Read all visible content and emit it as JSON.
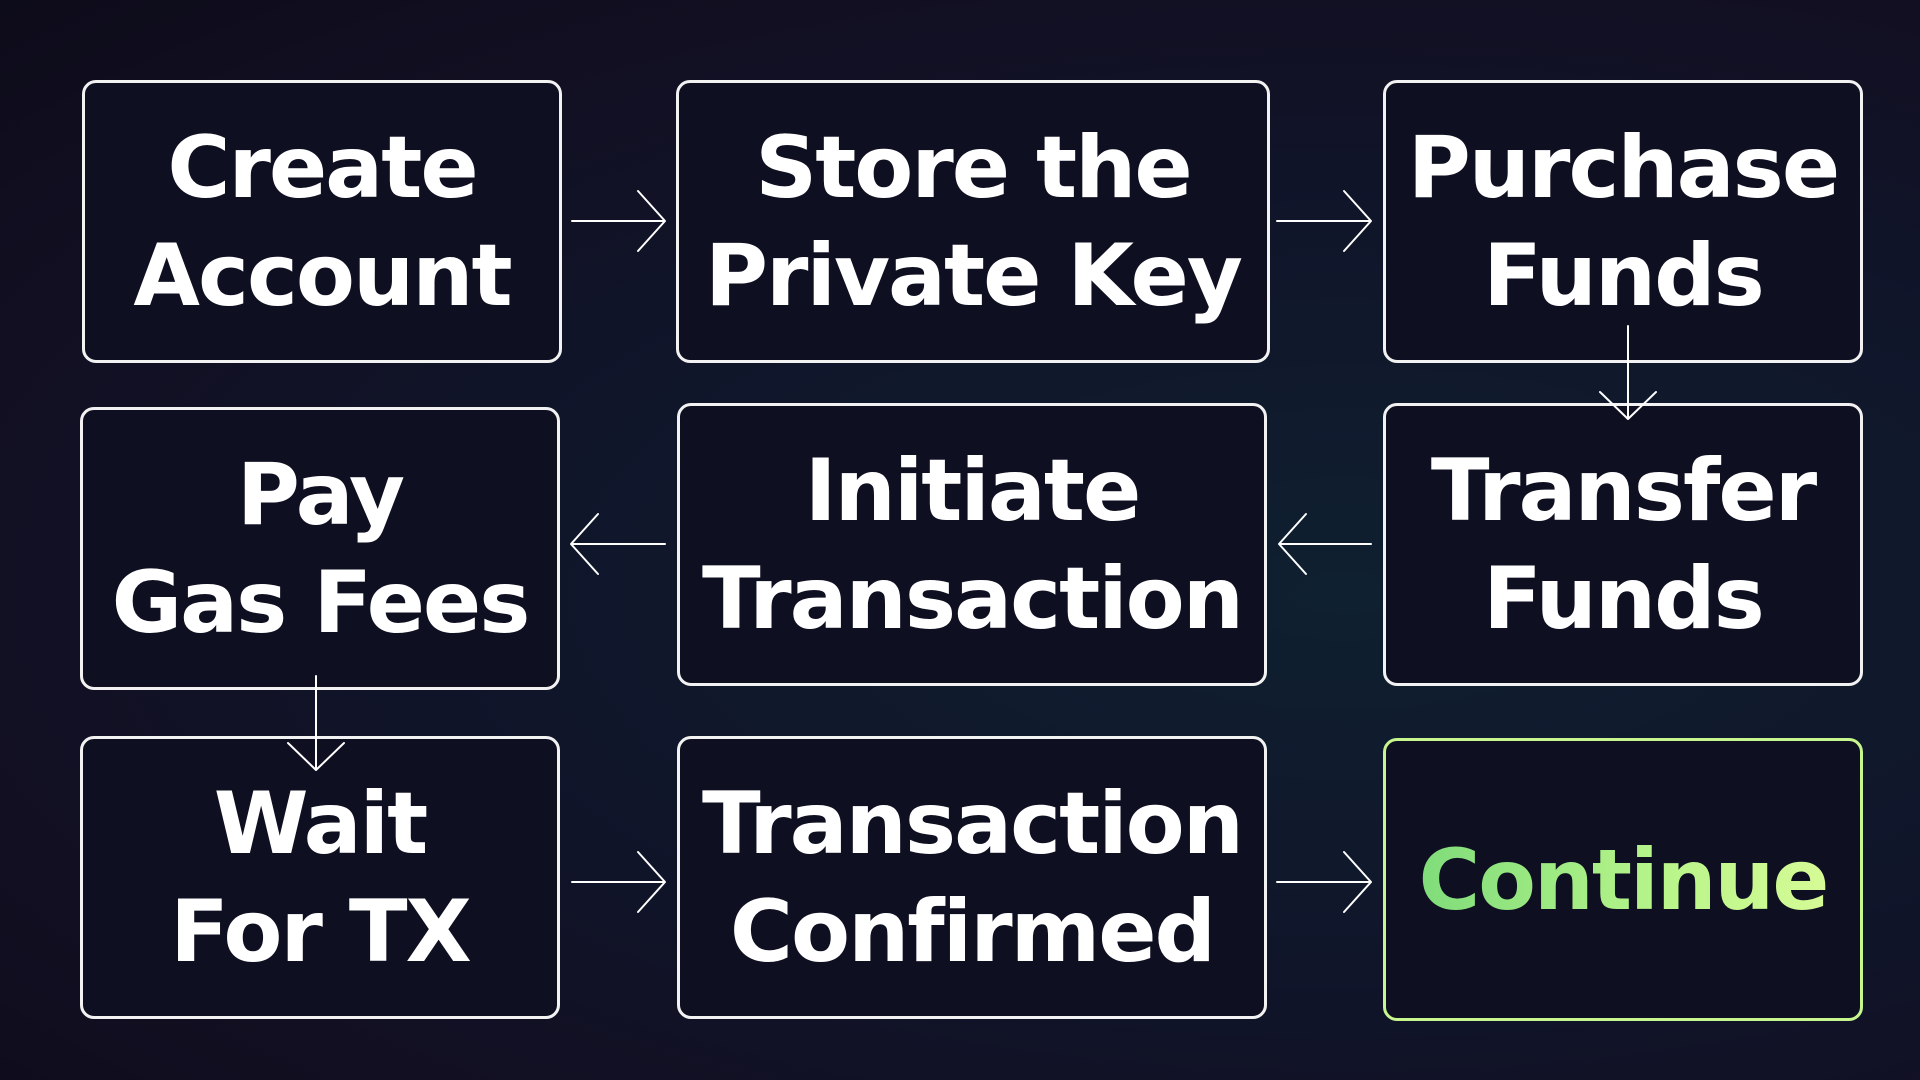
{
  "steps": [
    {
      "lines": [
        "Create",
        "Account"
      ]
    },
    {
      "lines": [
        "Store the",
        "Private Key"
      ]
    },
    {
      "lines": [
        "Purchase",
        "Funds"
      ]
    },
    {
      "lines": [
        "Transfer",
        "Funds"
      ]
    },
    {
      "lines": [
        "Initiate",
        "Transaction"
      ]
    },
    {
      "lines": [
        "Pay",
        "Gas Fees"
      ]
    },
    {
      "lines": [
        "Wait",
        "For TX"
      ]
    },
    {
      "lines": [
        "Transaction",
        "Confirmed"
      ]
    },
    {
      "lines": [
        "Continue"
      ]
    }
  ],
  "colors": {
    "box_border": "#f2f2f2",
    "text": "#ffffff",
    "final_border": "#c6f68d",
    "final_text_gradient": [
      "#7fdc7a",
      "#d6fb96"
    ]
  }
}
